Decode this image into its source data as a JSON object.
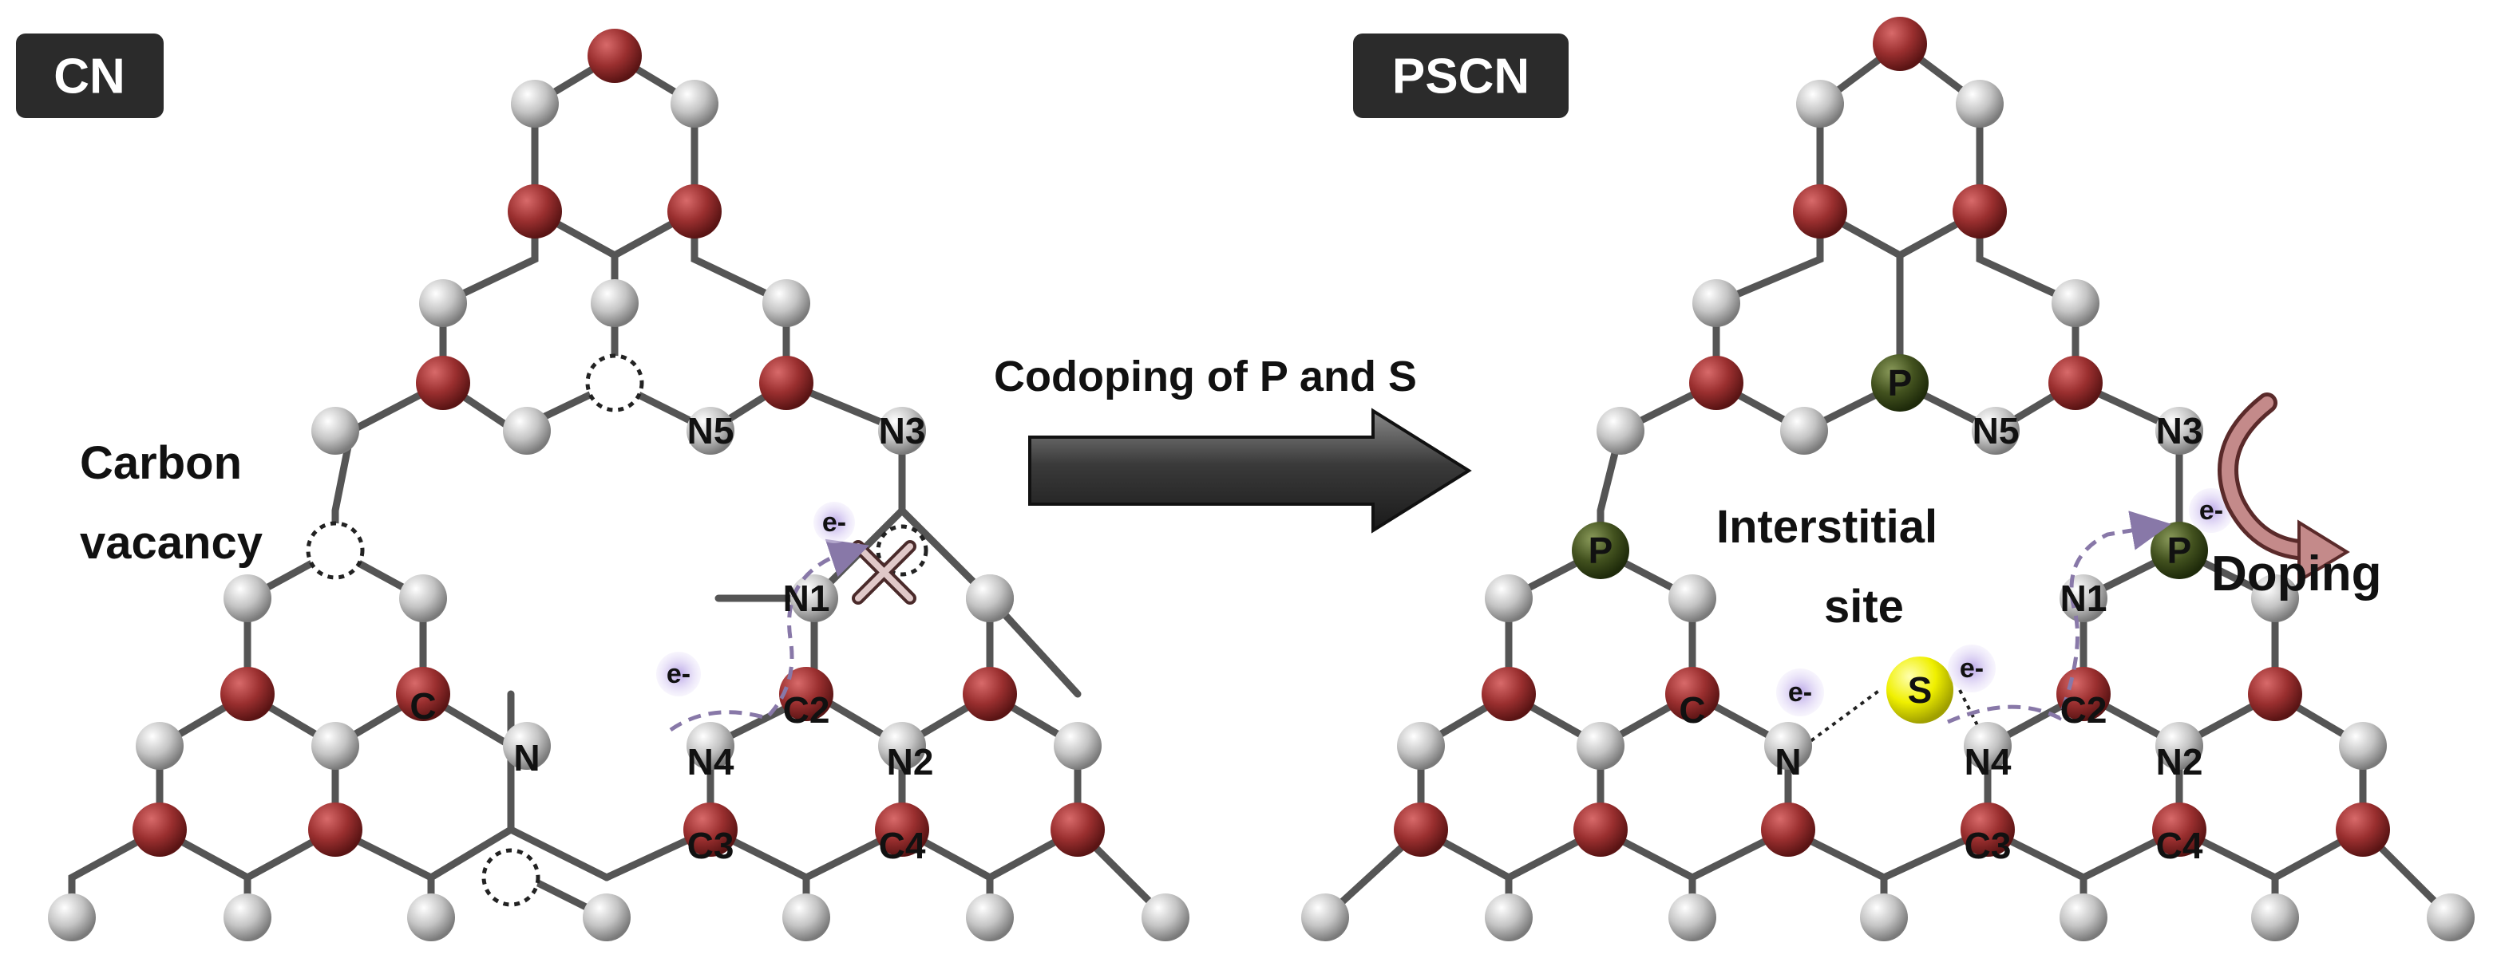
{
  "left_panel": {
    "badge": "CN",
    "vacancy_label_line1": "Carbon",
    "vacancy_label_line2": "vacancy",
    "atom_labels": {
      "c": "C",
      "n": "N",
      "n1": "N1",
      "n2": "N2",
      "n3": "N3",
      "n4": "N4",
      "n5": "N5",
      "c2": "C2",
      "c3": "C3",
      "c4": "C4"
    },
    "electron_1": "e-",
    "electron_2": "e-"
  },
  "arrow": {
    "label": "Codoping of P and S"
  },
  "right_panel": {
    "badge": "PSCN",
    "interstitial_line1": "Interstitial",
    "interstitial_line2": "site",
    "doping_label": "Doping",
    "atom_labels": {
      "p": "P",
      "s": "S",
      "c": "C",
      "n": "N",
      "n1": "N1",
      "n2": "N2",
      "n3": "N3",
      "n4": "N4",
      "n5": "N5",
      "c2": "C2",
      "c3": "C3",
      "c4": "C4"
    },
    "electron_1": "e-",
    "electron_2": "e-",
    "electron_3": "e-"
  },
  "colors": {
    "carbon": "#8b2a2a",
    "nitrogen": "#b5b5b5",
    "phosphorus": "#3b4a1e",
    "sulfur": "#e6e600",
    "bond": "#555555",
    "badge": "#2b2b2b",
    "electron_cloud": "#c8b8ea",
    "doping_arrow": "#b07070"
  }
}
